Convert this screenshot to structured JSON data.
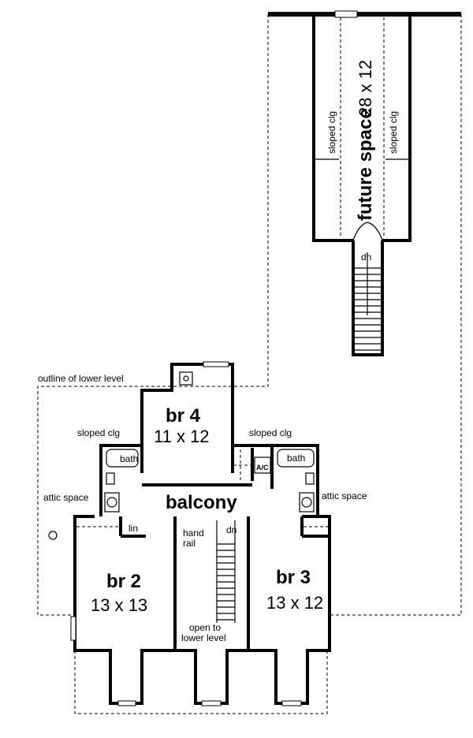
{
  "plan": {
    "future_space": {
      "name": "future space",
      "size": "28 x 12",
      "note_left": "sloped clg",
      "note_right": "sloped clg",
      "stair": "dn"
    },
    "outline_label": "outline of lower level",
    "br4": {
      "name": "br 4",
      "size": "11 x 12"
    },
    "br2": {
      "name": "br 2",
      "size": "13 x 13"
    },
    "br3": {
      "name": "br 3",
      "size": "13 x 12"
    },
    "balcony": "balcony",
    "bath_left": "bath",
    "bath_right": "bath",
    "sloped_left": "sloped clg",
    "sloped_right": "sloped clg",
    "attic_left": "attic space",
    "attic_right": "attic space",
    "linen": "lin",
    "ac": "A/C",
    "hand_rail": [
      "hand",
      "rail"
    ],
    "stair_dn": "dn",
    "open_to": [
      "open to",
      "lower level"
    ]
  }
}
